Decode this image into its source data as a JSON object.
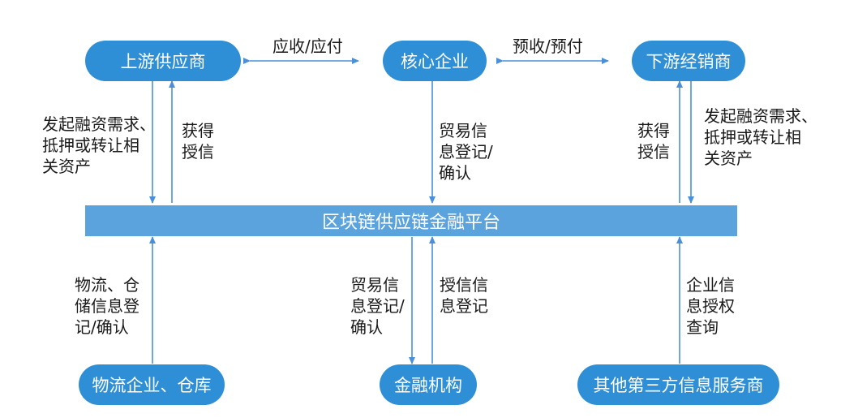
{
  "nodes": {
    "upstream": "上游供应商",
    "core": "核心企业",
    "downstream": "下游经销商",
    "logistics": "物流企业、仓库",
    "finance": "金融机构",
    "third_party": "其他第三方信息服务商"
  },
  "platform": "区块链供应链金融平台",
  "edge_labels": {
    "receivable_payable": "应收/应付",
    "prepaid": "预收/预付",
    "upstream_request": [
      "发起融资需求、",
      "抵押或转让相",
      "关资产"
    ],
    "upstream_credit": [
      "获得",
      "授信"
    ],
    "core_trade": [
      "贸易信",
      "息登记/",
      "确认"
    ],
    "downstream_credit": [
      "获得",
      "授信"
    ],
    "downstream_request": [
      "发起融资需求、",
      "抵押或转让相",
      "关资产"
    ],
    "logistics_info": [
      "物流、仓",
      "储信息登",
      "记/确认"
    ],
    "finance_trade": [
      "贸易信",
      "息登记/",
      "确认"
    ],
    "finance_credit": [
      "授信信",
      "息登记"
    ],
    "third_party_query": [
      "企业信",
      "息授权",
      "查询"
    ]
  },
  "colors": {
    "node_fill": "#2e8fd6",
    "platform_fill": "#5ba3dc",
    "arrow": "#4a90d9"
  }
}
